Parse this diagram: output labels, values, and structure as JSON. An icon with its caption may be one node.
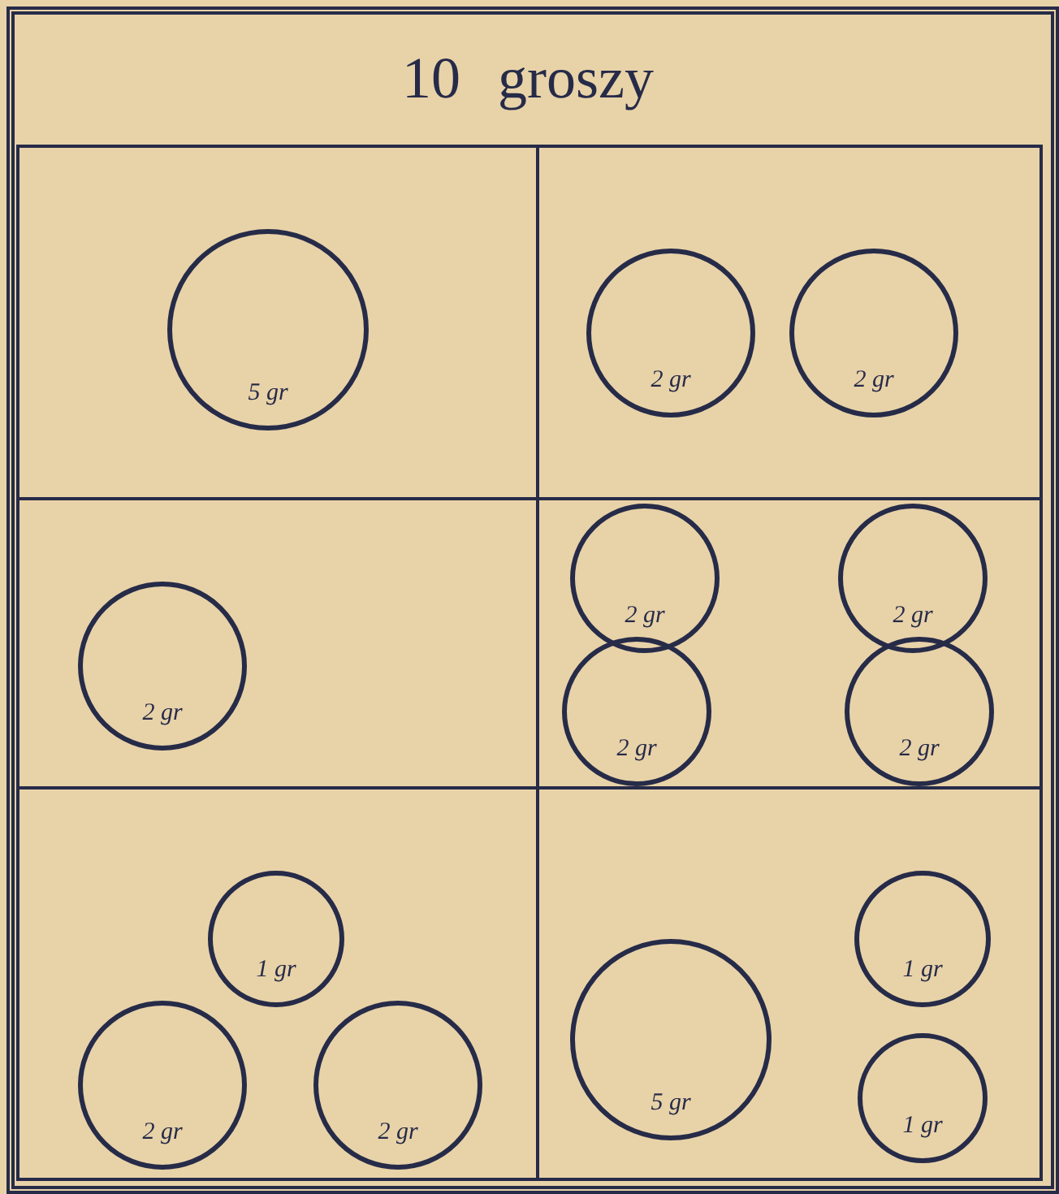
{
  "diagram": {
    "title": "10 groszy",
    "nodes": [
      {
        "text": [],
        "shape": "box"
      },
      {
        "text": [
          "5 gr"
        ],
        "in": 0
      },
      {
        "text": [],
        "shape": "box"
      },
      {
        "text": [
          "2 gr"
        ],
        "in": 2
      },
      {
        "text": [
          "2 gr"
        ],
        "in": 2
      },
      {
        "text": [],
        "shape": "box"
      },
      {
        "text": [
          "2 gr"
        ],
        "in": 5
      },
      {
        "text": [],
        "shape": "box"
      },
      {
        "text": [
          "2 gr"
        ],
        "in": 7
      },
      {
        "text": [
          "2 gr"
        ],
        "in": 7
      },
      {
        "text": [
          "2 gr"
        ],
        "in": 7
      },
      {
        "text": [
          "2 gr"
        ],
        "in": 7
      },
      {
        "text": [],
        "shape": "box"
      },
      {
        "text": [
          "1 gr"
        ],
        "in": 12
      },
      {
        "text": [
          "2 gr"
        ],
        "in": 12
      },
      {
        "text": [
          "2 gr"
        ],
        "in": 12
      },
      {
        "text": [],
        "shape": "box"
      },
      {
        "text": [
          "5 gr"
        ],
        "in": 16
      },
      {
        "text": [
          "1 gr"
        ],
        "in": 16
      },
      {
        "text": [
          "1 gr"
        ],
        "in": 16
      }
    ],
    "edges": []
  }
}
